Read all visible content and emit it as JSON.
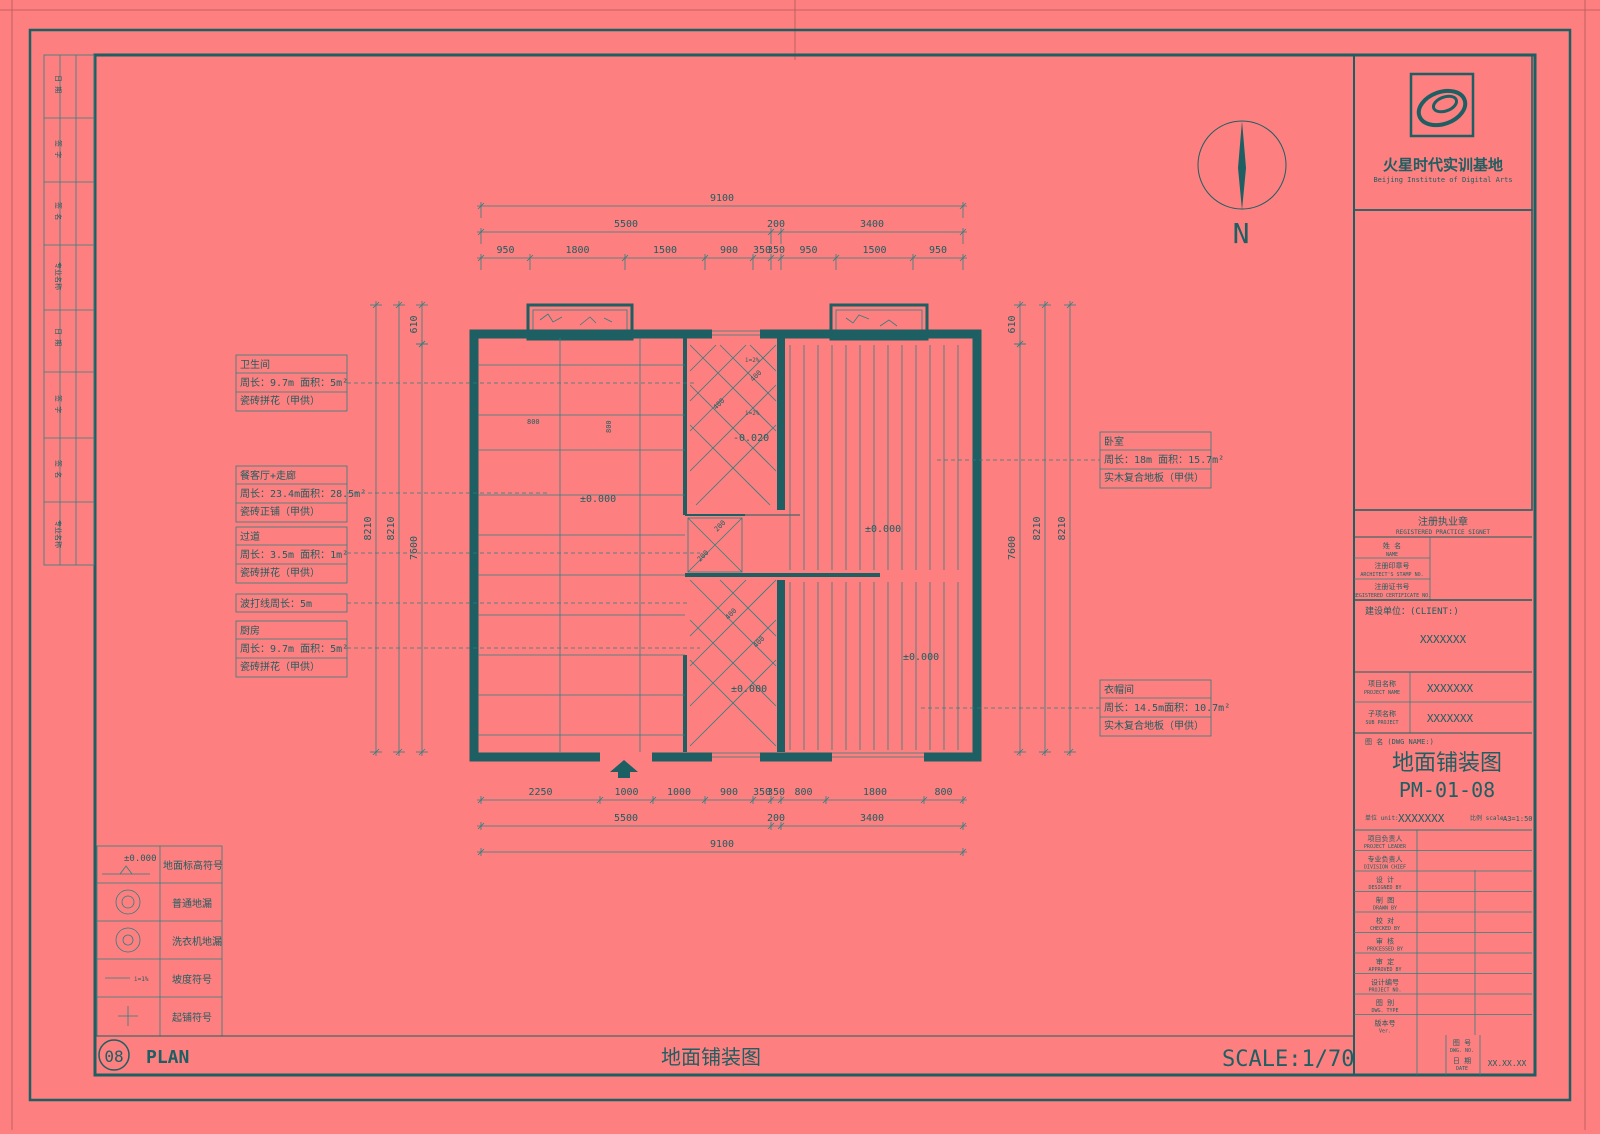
{
  "sheet": {
    "view_number": "08",
    "view_label": "PLAN",
    "view_title": "地面铺装图",
    "scale_text": "SCALE:1/70"
  },
  "north": {
    "label": "N"
  },
  "logo": {
    "cn": "火星时代实训基地",
    "en": "Beijing Institute of Digital Arts"
  },
  "dims": {
    "top_total": "9100",
    "top_mid": [
      "5500",
      "200",
      "3400"
    ],
    "top_detail": [
      "950",
      "1800",
      "1500",
      "900",
      "350",
      "950",
      "1500",
      "950"
    ],
    "bottom_detail": [
      "2250",
      "1000",
      "1000",
      "900",
      "350",
      "800",
      "1800",
      "800"
    ],
    "bottom_mid": [
      "5500",
      "200",
      "3400"
    ],
    "bottom_total": "9100",
    "left": [
      "610",
      "8210",
      "8210",
      "7600"
    ],
    "right": [
      "610",
      "7600",
      "8210",
      "8210"
    ],
    "inner": [
      "800",
      "800",
      "400",
      "400",
      "400",
      "400",
      "200",
      "200"
    ]
  },
  "levels": {
    "bath": "-0.020",
    "living": "±0.000",
    "bedroom": "±0.000",
    "kitchen": "±0.000",
    "closet": "±0.000",
    "slope1": "i=2%",
    "slope2": "i=2%"
  },
  "callouts": [
    {
      "name": "卫生间",
      "line1": "周长：9.7m 面积：5m²",
      "line2": "瓷砖拼花（甲供）"
    },
    {
      "name": "餐客厅+走廊",
      "line1": "周长：23.4m面积：28.5m²",
      "line2": "瓷砖正铺（甲供）"
    },
    {
      "name": "过道",
      "line1": "周长：3.5m 面积：1m²",
      "line2": "瓷砖拼花（甲供）"
    },
    {
      "name": "波打线周长：5m"
    },
    {
      "name": "厨房",
      "line1": "周长：9.7m 面积：5m²",
      "line2": "瓷砖拼花（甲供）"
    },
    {
      "name": "卧室",
      "line1": "周长：18m 面积：15.7m²",
      "line2": "实木复合地板（甲供）"
    },
    {
      "name": "衣帽间",
      "line1": "周长：14.5m面积：10.7m²",
      "line2": "实木复合地板（甲供）"
    }
  ],
  "legend": [
    {
      "symbol": "±0.000",
      "label": "地面标高符号"
    },
    {
      "label": "普通地漏"
    },
    {
      "label": "洗衣机地漏"
    },
    {
      "symbol": "i=1%",
      "label": "坡度符号"
    },
    {
      "label": "起铺符号"
    }
  ],
  "title_block": {
    "cert_title": "注册执业章",
    "cert_sub": "REGISTERED PRACTICE SIGNET",
    "name_cn": "姓 名",
    "name_en": "NAME",
    "cert_no_cn": "注册印章号",
    "cert_no_en": "ARCHITECT'S STAMP NO.",
    "cert_id_cn": "注册证书号",
    "cert_id_en": "REGISTERED CERTIFICATE NO.",
    "client_label": "建设单位：(CLIENT:)",
    "client_value": "XXXXXXX",
    "project_cn": "项目名称",
    "project_en": "PROJECT NAME",
    "project_value": "XXXXXXX",
    "subproject_cn": "子项名称",
    "subproject_en": "SUB PROJECT",
    "subproject_value": "XXXXXXX",
    "drawing_name_label": "图 名 (DWG NAME:)",
    "drawing_title": "地面铺装图",
    "drawing_code": "PM-01-08",
    "unit_label": "单位 unit:",
    "unit_value": "XXXXXXX",
    "ratio_label": "比例 scale:",
    "ratio_value": "A3=1:50",
    "roles": [
      {
        "cn": "项目负责人",
        "en": "PROJECT LEADER"
      },
      {
        "cn": "专业负责人",
        "en": "DIVISION CHIEF"
      },
      {
        "cn": "设 计",
        "en": "DESIGNED BY"
      },
      {
        "cn": "制 图",
        "en": "DRAWN BY"
      },
      {
        "cn": "校 对",
        "en": "CHECKED BY"
      },
      {
        "cn": "审 核",
        "en": "PROCESSED BY"
      },
      {
        "cn": "审 定",
        "en": "APPROVED BY"
      },
      {
        "cn": "设计编号",
        "en": "PROJECT NO."
      },
      {
        "cn": "图 别",
        "en": "DWG. TYPE"
      },
      {
        "cn": "版本号",
        "en": "Ver."
      }
    ],
    "sheet_no_cn": "图 号",
    "sheet_no_en": "DWG. NO.",
    "date_cn": "日 期",
    "date_en": "DATE",
    "date_value": "XX.XX.XX"
  },
  "side_strip": [
    "日 期",
    "签 字",
    "签 名",
    "专业名称",
    "日 期",
    "签 字",
    "签 名",
    "专业名称"
  ]
}
